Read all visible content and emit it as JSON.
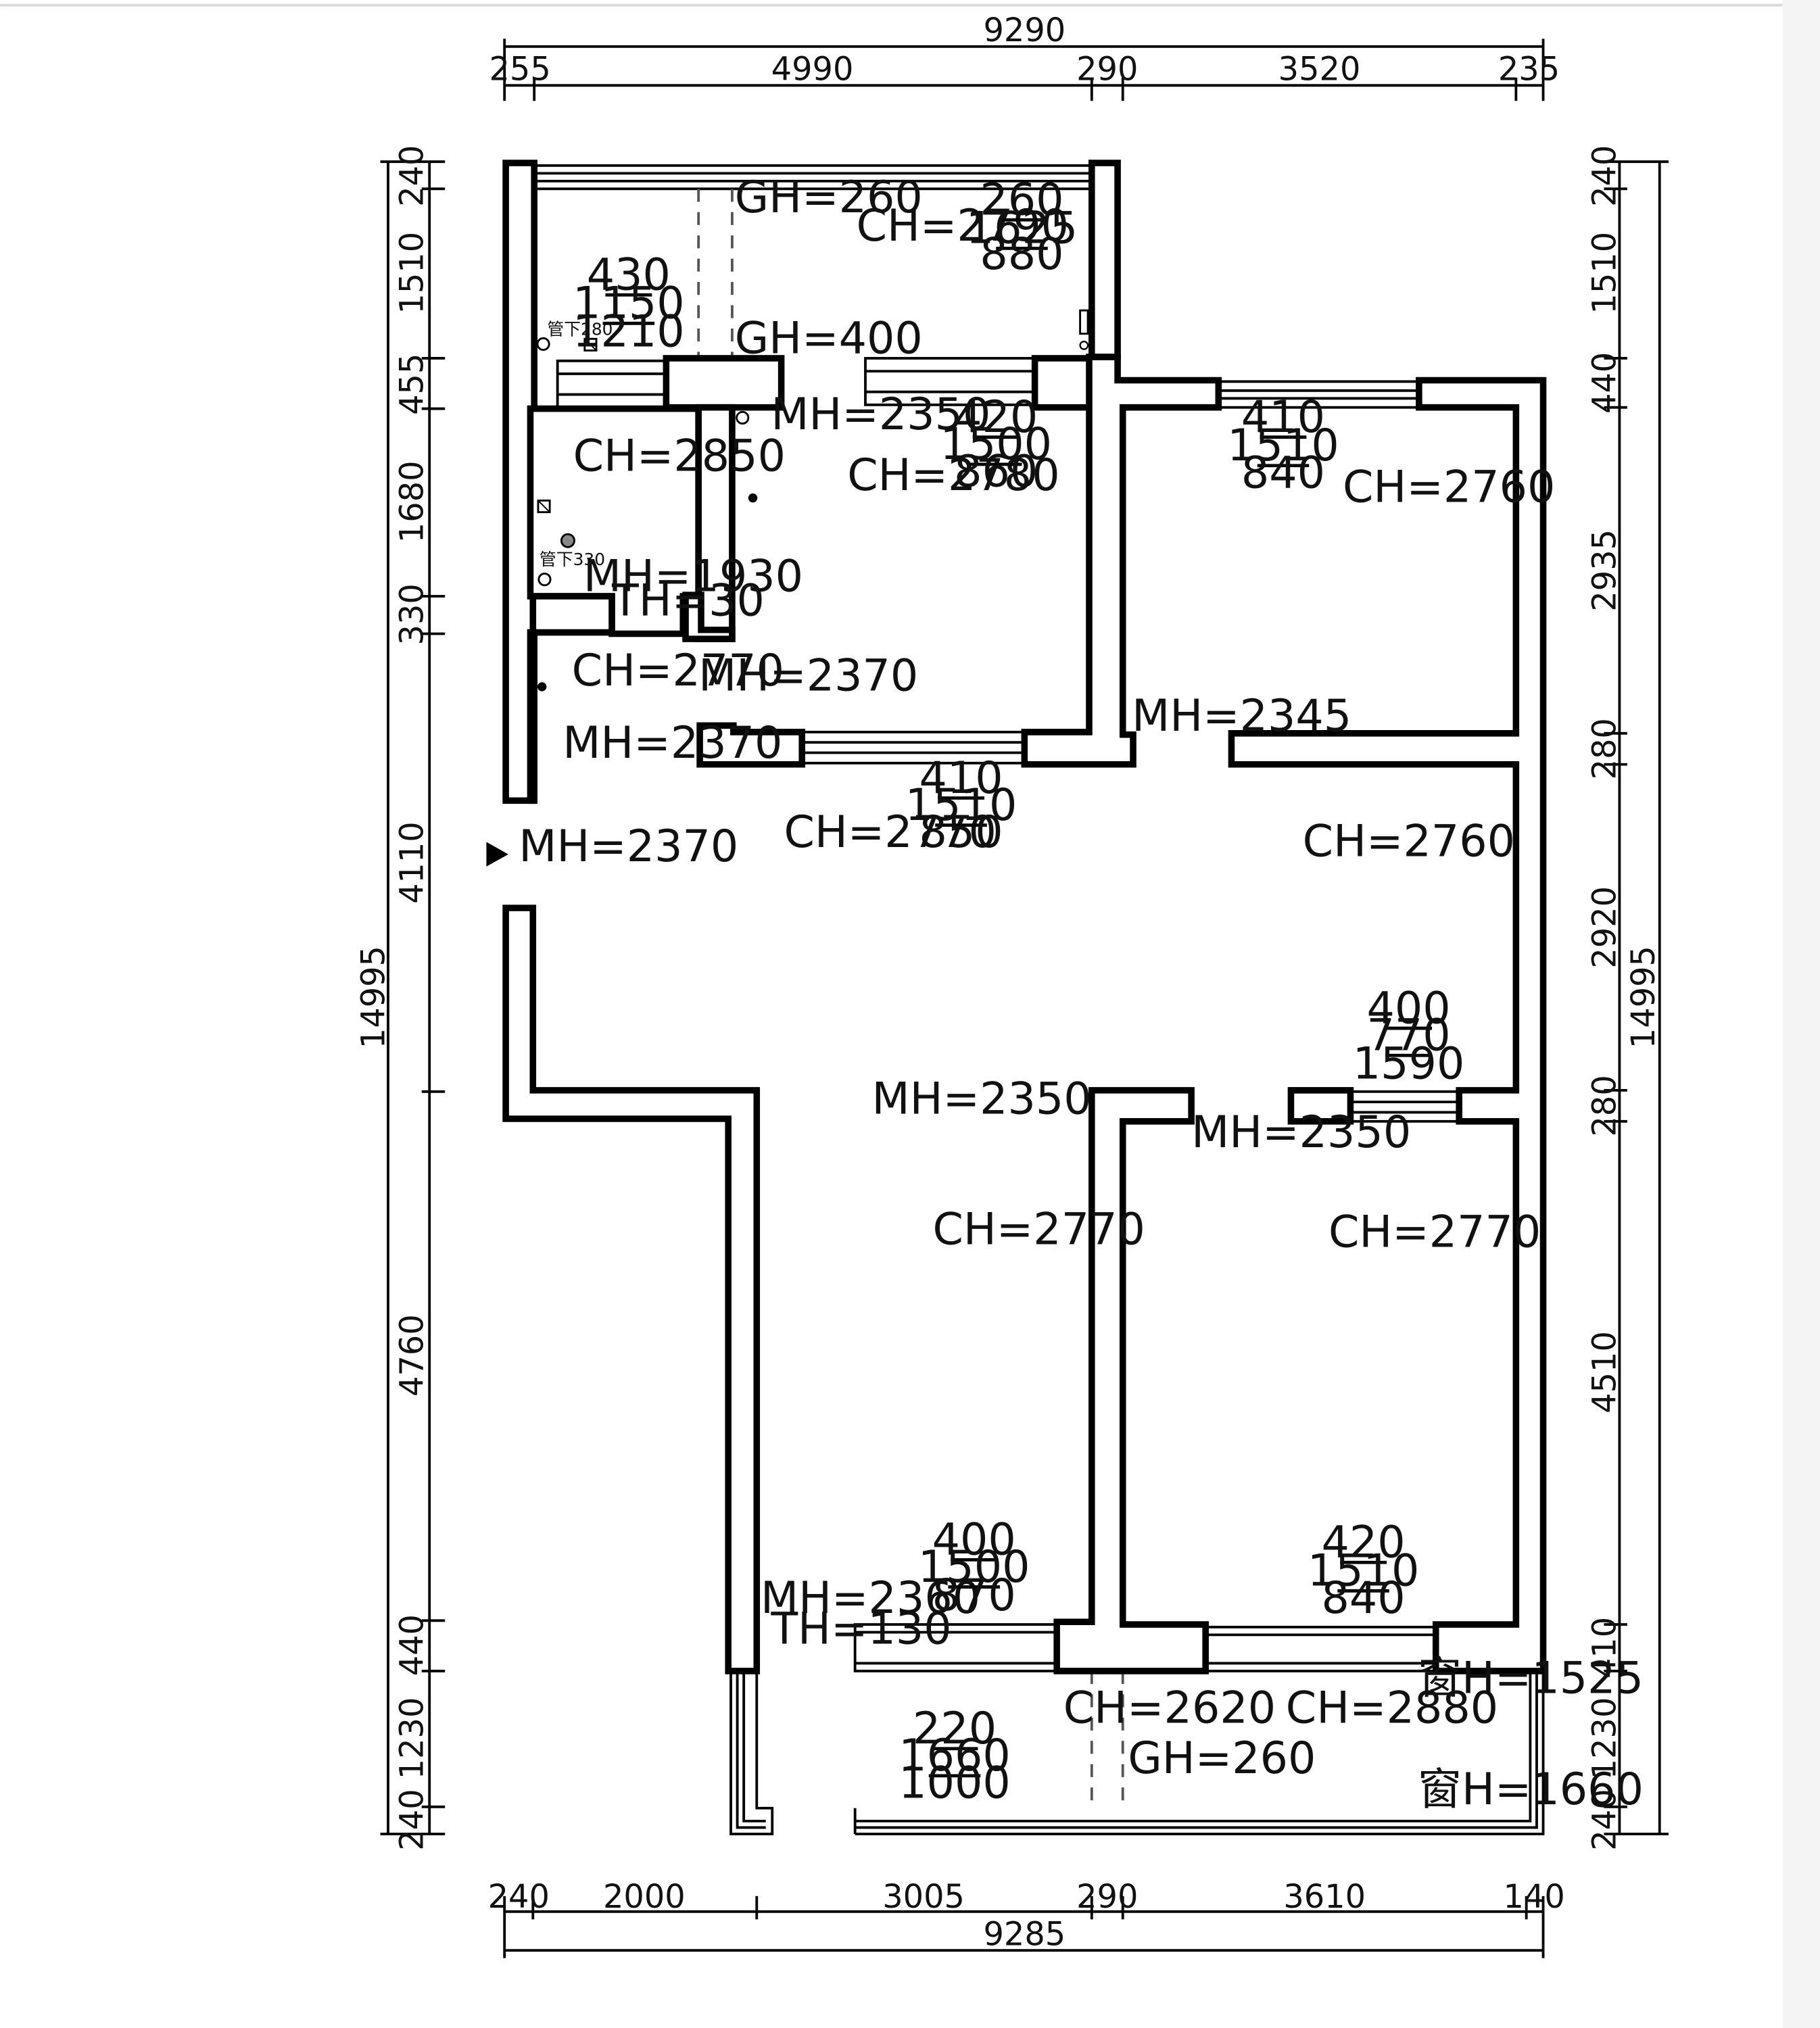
{
  "plan": {
    "top_dims": {
      "total": "9290",
      "segments": [
        "255",
        "4990",
        "290",
        "3520",
        "235"
      ]
    },
    "bottom_dims": {
      "total": "9285",
      "segments": [
        "240",
        "2000",
        "3005",
        "290",
        "3610",
        "140"
      ]
    },
    "left_dims": {
      "total": "14995",
      "segments": [
        "240",
        "1510",
        "455",
        "1680",
        "330",
        "4110",
        "4760",
        "440",
        "1230",
        "240"
      ]
    },
    "right_dims": {
      "total": "14995",
      "segments": [
        "240",
        "1510",
        "440",
        "2935",
        "280",
        "2920",
        "280",
        "4510",
        "410",
        "1230",
        "240"
      ]
    },
    "labels": {
      "gh_260_top": "GH=260",
      "gh_400": "GH=400",
      "ch_2790": "CH=2790",
      "ch_2850": "CH=2850",
      "ch_2780": "CH=2780",
      "ch_2760_a": "CH=2760",
      "ch_2770_a": "CH=2770",
      "ch_2770_b": "CH=2770",
      "ch_2760_b": "CH=2760",
      "ch_2770_c": "CH=2770",
      "ch_2770_d": "CH=2770",
      "ch_2620": "CH=2620",
      "ch_2880": "CH=2880",
      "gh_260_bottom": "GH=260",
      "mh_2350_a": "MH=2350",
      "mh_1930": "MH=1930",
      "th_30": "TH=30",
      "mh_2370_a": "MH=2370",
      "mh_2370_b": "MH=2370",
      "mh_2370_entry": "MH=2370",
      "mh_2345": "MH=2345",
      "mh_2350_b": "MH=2350",
      "mh_2350_c": "MH=2350",
      "mh_2360": "MH=2360",
      "th_130": "TH=130",
      "win_h_1525": "窗H=1525",
      "win_h_1660": "窗H=1660",
      "pipe_280": "管下280",
      "pipe_330": "管下330"
    },
    "windows": [
      {
        "top": "430",
        "mid": "1150",
        "bot": "1210"
      },
      {
        "top": "260",
        "mid": "1625",
        "bot": "880"
      },
      {
        "top": "420",
        "mid": "1500",
        "bot": "860"
      },
      {
        "top": "410",
        "mid": "1510",
        "bot": "840"
      },
      {
        "top": "410",
        "mid": "1510",
        "bot": "850"
      },
      {
        "top": "400",
        "mid": "770",
        "bot": "1590"
      },
      {
        "top": "400",
        "mid": "1500",
        "bot": "870"
      },
      {
        "top": "420",
        "mid": "1510",
        "bot": "840"
      },
      {
        "top": "220",
        "mid": "1660",
        "bot": "1000"
      }
    ]
  }
}
